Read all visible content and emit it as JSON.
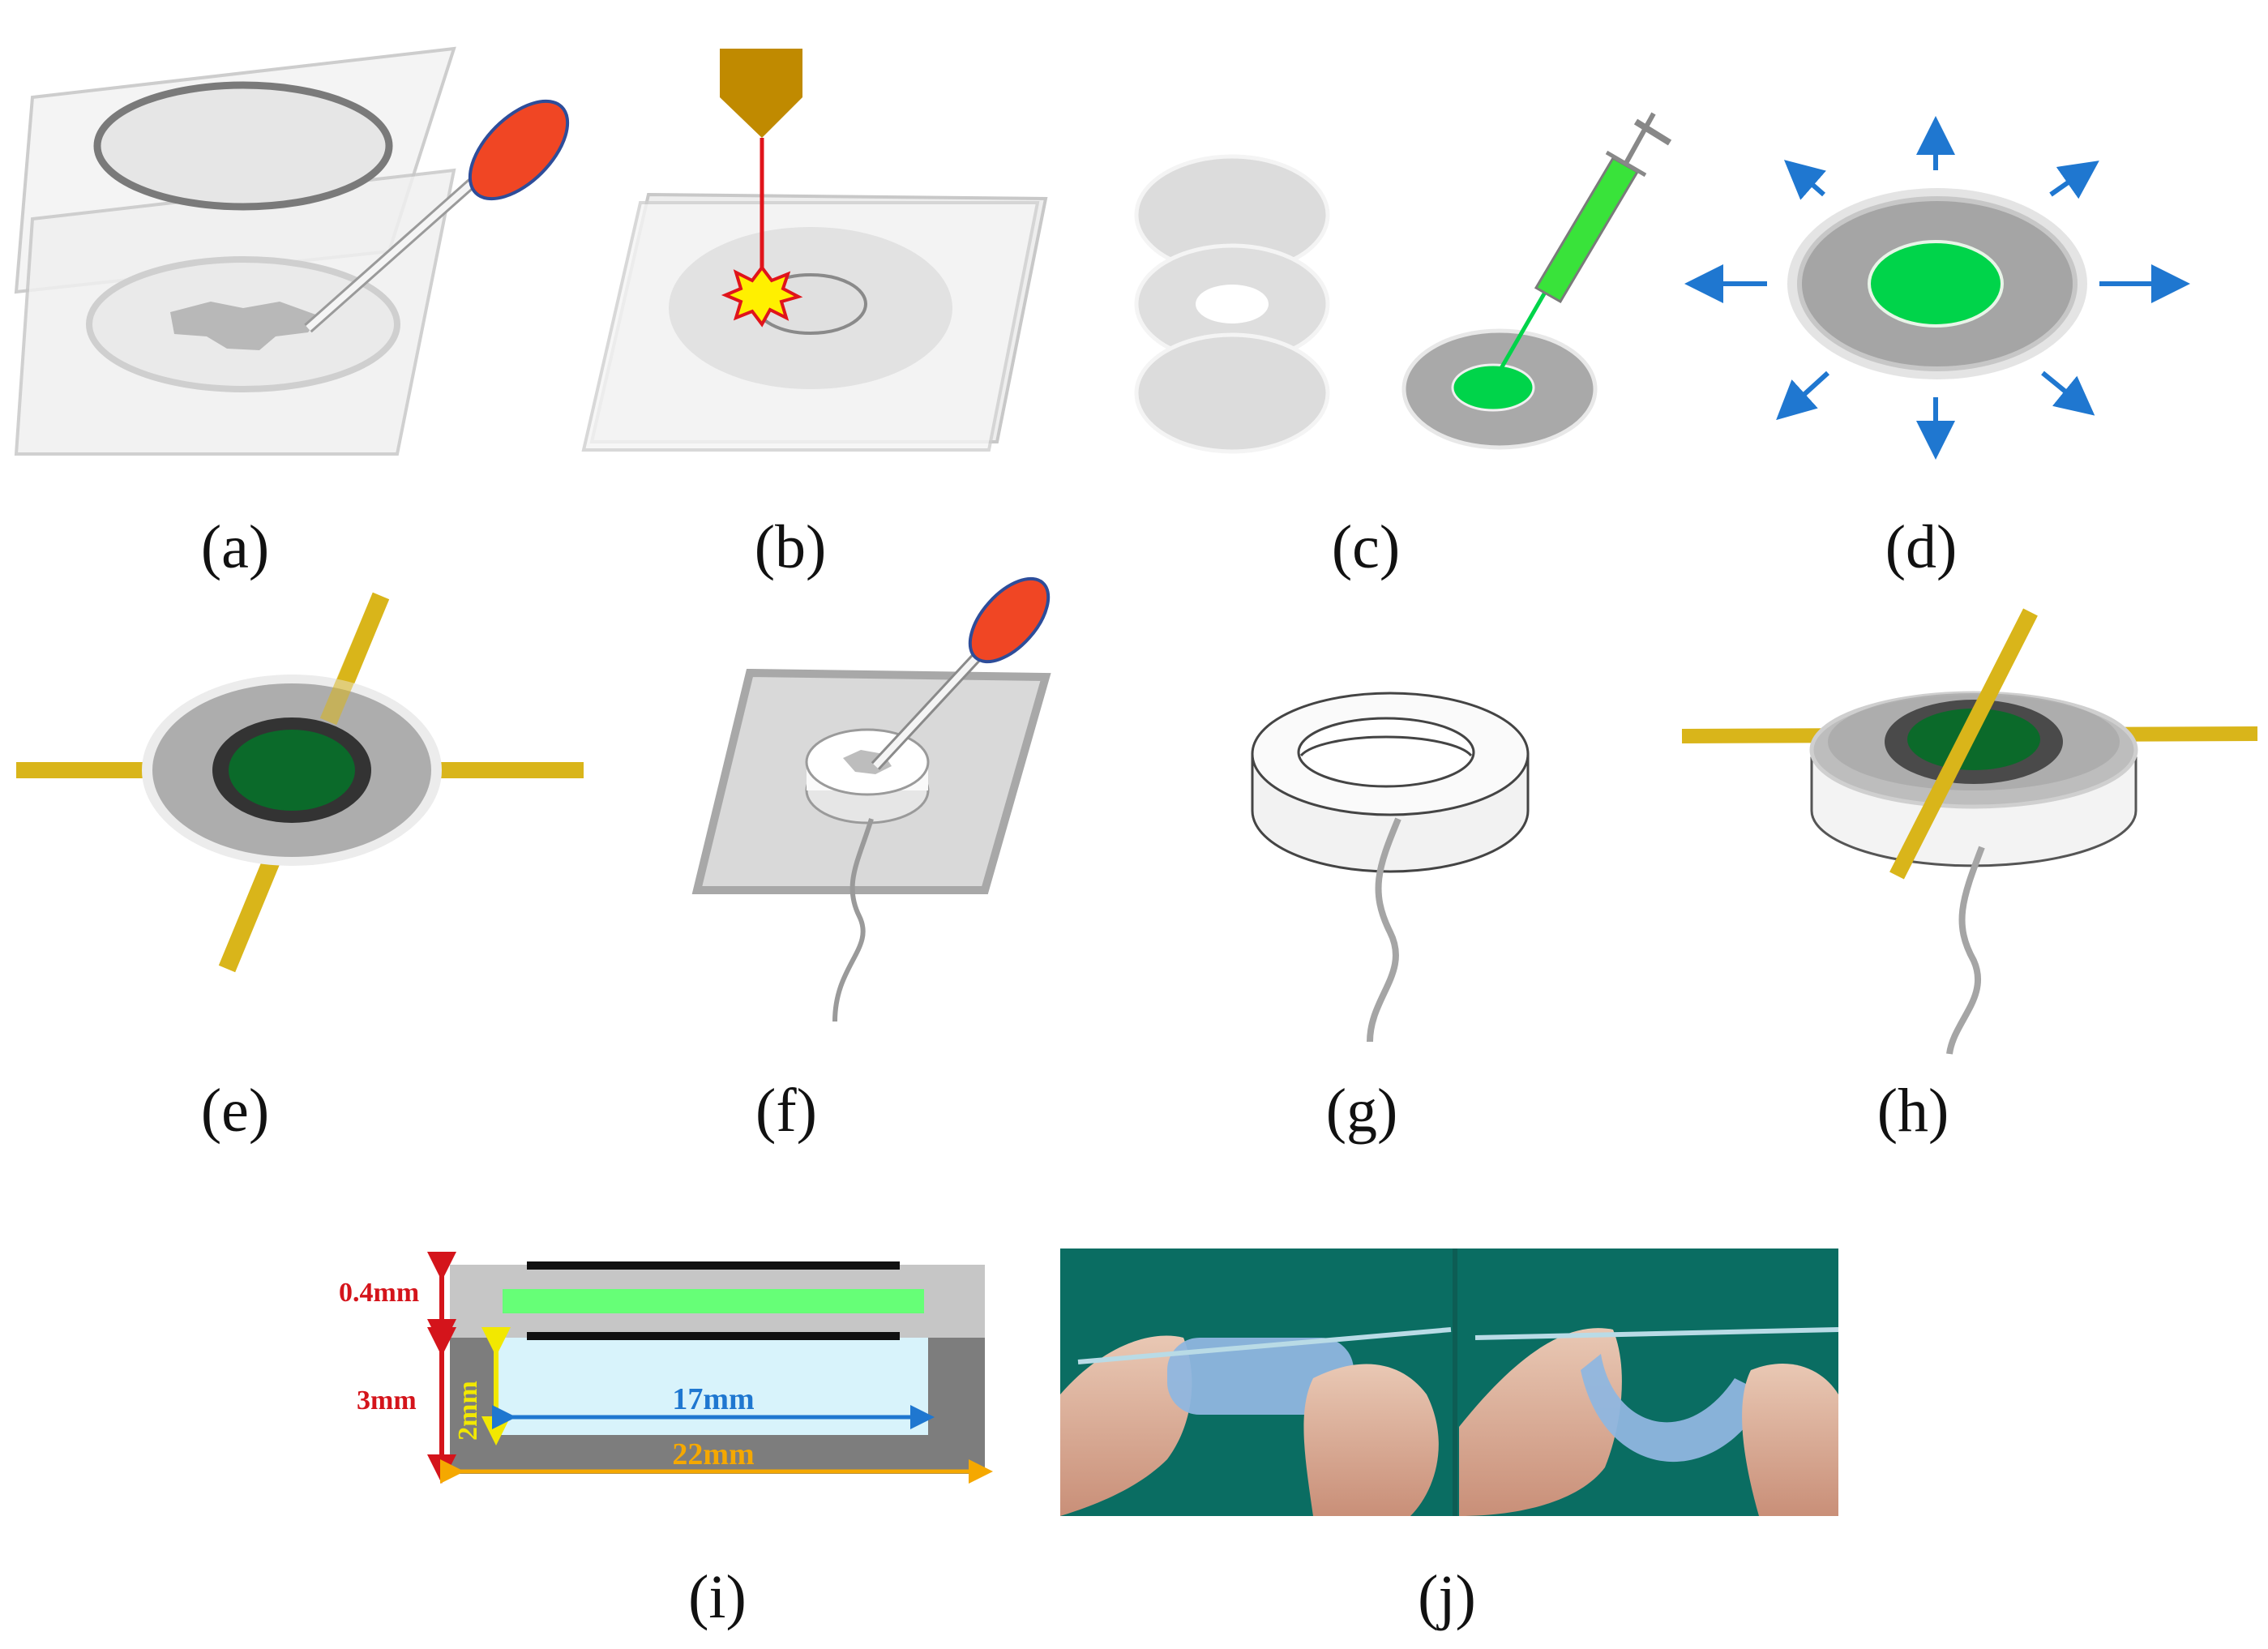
{
  "panels": [
    {
      "id": "a",
      "label": "(a)"
    },
    {
      "id": "b",
      "label": "(b)"
    },
    {
      "id": "c",
      "label": "(c)"
    },
    {
      "id": "d",
      "label": "(d)"
    },
    {
      "id": "e",
      "label": "(e)"
    },
    {
      "id": "f",
      "label": "(f)"
    },
    {
      "id": "g",
      "label": "(g)"
    },
    {
      "id": "h",
      "label": "(h)"
    },
    {
      "id": "i",
      "label": "(i)"
    },
    {
      "id": "j",
      "label": "(j)"
    }
  ],
  "dimensions": {
    "top_layer": "0.4mm",
    "total_height": "3mm",
    "cavity_height": "2mm",
    "inner_width": "17mm",
    "outer_width": "22mm"
  },
  "colors": {
    "electrolyte_green": "#00d44a",
    "dark_green": "#0b6a2a",
    "electrode_gold": "#d9b51a",
    "pipette_red": "#f04624",
    "arrow_blue": "#1f77d0",
    "laser_red": "#e0141b",
    "laser_head": "#c08a00"
  }
}
